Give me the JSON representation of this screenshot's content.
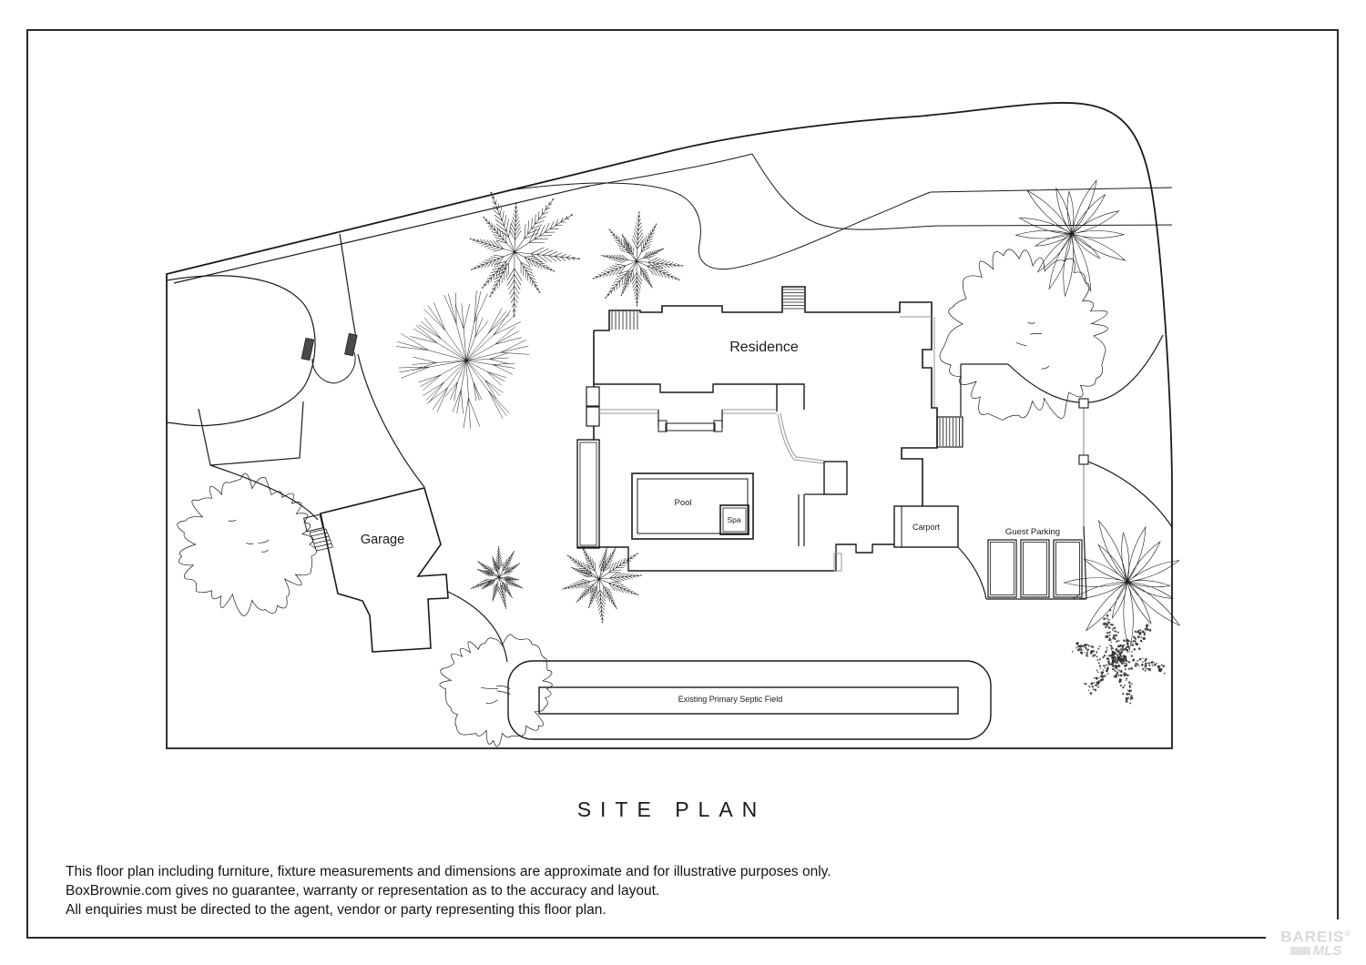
{
  "drawing": {
    "title": "SITE PLAN",
    "labels": {
      "residence": "Residence",
      "garage": "Garage",
      "pool": "Pool",
      "spa": "Spa",
      "carport": "Carport",
      "guest_parking": "Guest Parking",
      "septic_field": "Existing Primary Septic Field"
    }
  },
  "footer": {
    "disclaimer_lines": [
      "This floor plan including furniture, fixture measurements and dimensions are approximate and for illustrative purposes only.",
      "BoxBrownie.com gives no guarantee, warranty or representation as to the accuracy and layout.",
      "All enquiries must be directed to the agent, vendor or party representing this floor plan."
    ]
  },
  "watermark": {
    "brand": "BAREIS",
    "registered": "®",
    "suffix": "MLS"
  },
  "colors": {
    "line": "#1a1a1a",
    "detail": "#979797",
    "tree_line": "#4a4a4a",
    "cloud_line": "#8f8f8f",
    "watermark_gray": "#d9d9d9",
    "background": "#ffffff"
  }
}
